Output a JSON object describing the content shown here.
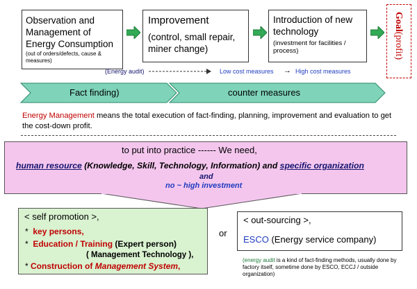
{
  "steps": [
    {
      "title": "Observation and Management of Energy Consumption",
      "note": "(out of orders/defects, cause & measures)"
    },
    {
      "title": "Improvement",
      "subtitle": "(control, small repair, miner change)"
    },
    {
      "title": "Introduction of new technology",
      "note": "(investment for facilities / process)"
    }
  ],
  "goal": {
    "label": "Goal",
    "suffix": "(profit)"
  },
  "audit_label": "(Energy audit)",
  "cost_low": "Low cost measures",
  "cost_arrow": "→",
  "cost_high": "High cost measures",
  "band": {
    "left": "Fact finding)",
    "right": "counter measures"
  },
  "definition": {
    "term": "Energy Management",
    "text": " means the total execution of fact-finding, planning, improvement and evaluation to get the cost-down profit."
  },
  "practice": {
    "line1": "to put into practice ------ We need,",
    "hr_bold": "human resource",
    "hr_rest": " (Knowledge, Skill, Technology, Information) and ",
    "org": "specific organization",
    "and": "and",
    "investment": "no ~ high investment"
  },
  "self_promotion": {
    "title": "< self promotion >,",
    "items": [
      {
        "bullet": "*",
        "strong": "key persons,",
        "rest": ""
      },
      {
        "bullet": "*",
        "strong": "Education / Training",
        "rest": " (Expert person)"
      },
      {
        "bullet": "",
        "strong": "",
        "rest": "( Management Technology ),"
      },
      {
        "bullet": "*",
        "strong": "Construction of ",
        "em": "Management System",
        "tail": ","
      }
    ]
  },
  "or_label": "or",
  "outsourcing": {
    "title": "< out-sourcing >,",
    "esco": "ESCO",
    "esco_rest": " (Energy service company)"
  },
  "footnote": {
    "highlight": "(energy audit",
    "text": " is a kind of fact-finding methods, usually done by factory itself, sometime done by ESCO, ECCJ / outside organization)"
  },
  "colors": {
    "green_arrow": "#33aa55",
    "band_fill": "#7ed3b8",
    "pink_fill": "#f4c6ee",
    "green_fill": "#d9f2d0",
    "goal_border": "#c00000"
  }
}
